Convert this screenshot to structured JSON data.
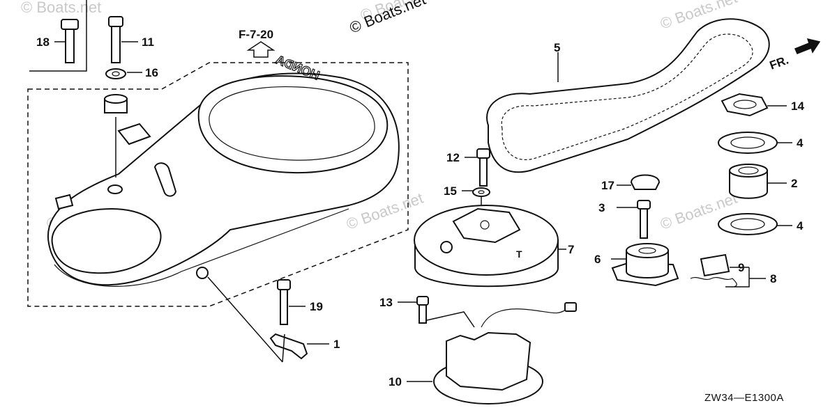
{
  "diagram": {
    "watermarks": [
      "© Boats.net",
      "© Boats.net",
      "© Boats.net",
      "© Boats.net",
      "© Boats.net",
      "© Boats.net",
      "© Boats.net"
    ],
    "reference": "F-7-20",
    "direction_label": "FR.",
    "cover_brand": "HONDA",
    "pulley_mark": "T",
    "drawing_code": "ZW34—E1300A",
    "callouts": [
      "18",
      "11",
      "16",
      "5",
      "14",
      "4",
      "2",
      "4",
      "12",
      "15",
      "7",
      "17",
      "3",
      "6",
      "9",
      "8",
      "13",
      "19",
      "1",
      "10"
    ]
  }
}
